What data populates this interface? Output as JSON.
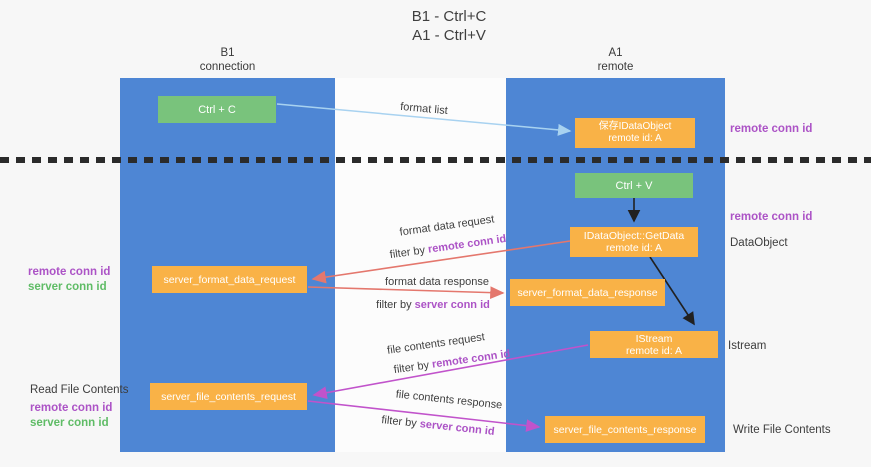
{
  "title": {
    "line1": "B1 - Ctrl+C",
    "line2": "A1 - Ctrl+V"
  },
  "lanes": {
    "left": {
      "title": "B1",
      "subtitle": "connection"
    },
    "right": {
      "title": "A1",
      "subtitle": "remote"
    }
  },
  "nodes": {
    "ctrl_c": {
      "label": "Ctrl + C"
    },
    "ctrl_v": {
      "label": "Ctrl + V"
    },
    "save_dataobject": {
      "line1": "保存IDataObject",
      "line2": "remote id: A"
    },
    "get_data": {
      "line1": "IDataObject::GetData",
      "line2": "remote id: A"
    },
    "istream": {
      "line1": "IStream",
      "line2": "remote id: A"
    },
    "server_format_data_request": {
      "label": "server_format_data_request"
    },
    "server_format_data_response": {
      "label": "server_format_data_response"
    },
    "server_file_contents_request": {
      "label": "server_file_contents_request"
    },
    "server_file_contents_response": {
      "label": "server_file_contents_response"
    }
  },
  "terms": {
    "filter_by": "filter by",
    "remote_conn_id": "remote conn id",
    "server_conn_id": "server conn id"
  },
  "edge_labels": {
    "format_list": "format list",
    "format_data_request": "format data request",
    "format_data_response": "format data response",
    "file_contents_request": "file contents request",
    "file_contents_response": "file contents response"
  },
  "side_labels": {
    "data_object": "DataObject",
    "istream": "Istream",
    "read_file_contents": "Read File Contents",
    "write_file_contents": "Write File Contents"
  },
  "colors": {
    "lane_blue": "#4e86d4",
    "node_orange": "#f9b247",
    "node_green": "#79c37c",
    "accent_purple": "#ac53c6",
    "accent_green": "#5fbc66",
    "arrow_red": "#e4776d",
    "arrow_magenta": "#c153cb",
    "arrow_lightblue": "#a8d2f0",
    "arrow_black": "#212121"
  }
}
